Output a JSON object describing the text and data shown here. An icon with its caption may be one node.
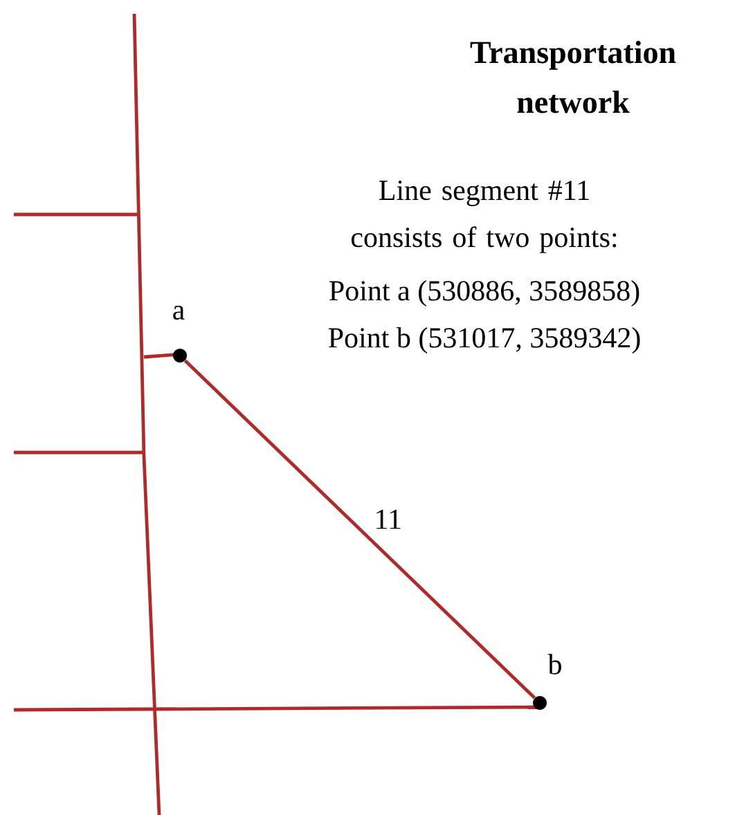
{
  "diagram": {
    "title": "Transportation network",
    "nodes": [
      {
        "text": [],
        "shape": "circle",
        "beside": [
          "a"
        ]
      },
      {
        "text": [],
        "shape": "circle",
        "beside": [
          "b"
        ]
      }
    ],
    "edges": [
      {
        "from": 0,
        "to": 1,
        "arrow": "none",
        "label": "11"
      }
    ],
    "labels": [
      "Line segment #11 consists of two points:",
      "Point a (530886, 3589858)",
      "Point b (531017, 3589342)"
    ]
  }
}
